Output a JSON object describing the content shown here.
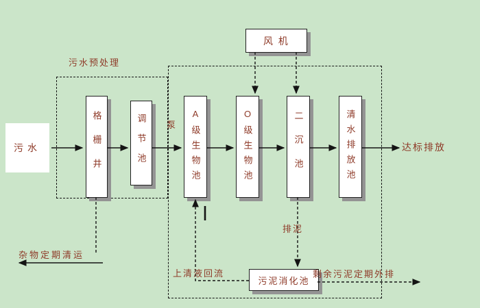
{
  "colors": {
    "background": "#cbe5c9",
    "box_fill": "#ffffff",
    "box_border": "#1f1f1f",
    "box_shadow": "#949494",
    "text": "#8e3a28",
    "line": "#141414"
  },
  "labels": {
    "influent": "污水",
    "pretreatment_title": "污水预处理",
    "grid_well": "格栅井",
    "regulating_tank": "调节池",
    "pump": "泵",
    "fan": "风 机",
    "a_bio_tank": "A级生物池",
    "o_bio_tank": "O级生物池",
    "secondary_clarifier": "二沉池",
    "clear_water_tank": "清水排放池",
    "standard_discharge": "达标排放",
    "sludge_drain": "排泥",
    "sludge_digestion_tank": "污泥消化池",
    "supernatant_return": "上清液回流",
    "excess_sludge_discharge": "剩余污泥定期外排",
    "debris_removal": "杂物定期清运"
  }
}
